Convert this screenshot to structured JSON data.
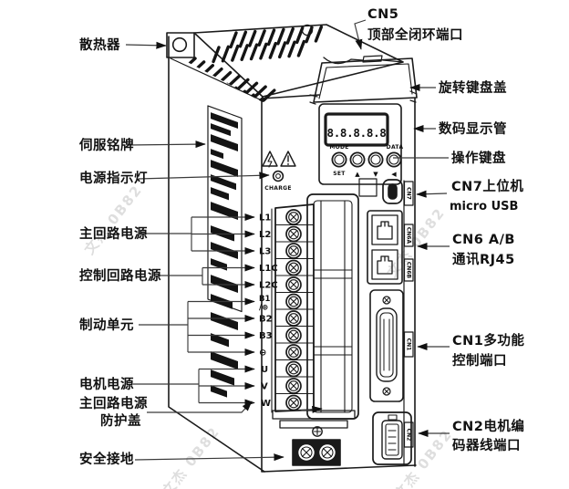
{
  "diagram_title": "servo-drive-callout-diagram",
  "colors": {
    "line": "#1a1a1a",
    "leader": "#3a3a3a",
    "watermark": "#cdcdcd",
    "background": "#ffffff"
  },
  "labels_left": [
    {
      "text": "散热器"
    },
    {
      "text": "伺服铭牌"
    },
    {
      "text": "电源指示灯"
    },
    {
      "text": "主回路电源"
    },
    {
      "text": "控制回路电源"
    },
    {
      "text": "制动单元"
    },
    {
      "text": "电机电源"
    },
    {
      "line1": "主回路电源",
      "line2": "防护盖"
    },
    {
      "text": "安全接地"
    }
  ],
  "labels_right": [
    {
      "line1": "CN5",
      "line2": "顶部全闭环端口"
    },
    {
      "text": "旋转键盘盖"
    },
    {
      "text": "数码显示管"
    },
    {
      "text": "操作键盘"
    },
    {
      "line1": "CN7上位机",
      "line2": "micro USB"
    },
    {
      "line1": "CN6 A/B",
      "line2": "通讯RJ45"
    },
    {
      "line1": "CN1多功能",
      "line2": "控制端口"
    },
    {
      "line1": "CN2电机编",
      "line2": "码器线端口"
    }
  ],
  "terminals": [
    "L1",
    "L2",
    "L3",
    "L1C",
    "L2C",
    "B1",
    "/⊕",
    "B2",
    "B3",
    "⊖",
    "U",
    "V",
    "W"
  ],
  "panel": {
    "display": "8.8.8.8.8",
    "mode": "MODE",
    "data": "DATA",
    "keys": [
      "SET",
      "▲",
      "▼",
      "◀"
    ],
    "charge": "CHARGE"
  },
  "port_tags": [
    "CN7",
    "CN6A",
    "CN6B",
    "CN1",
    "CN2"
  ],
  "watermark": "文杰 0B82"
}
